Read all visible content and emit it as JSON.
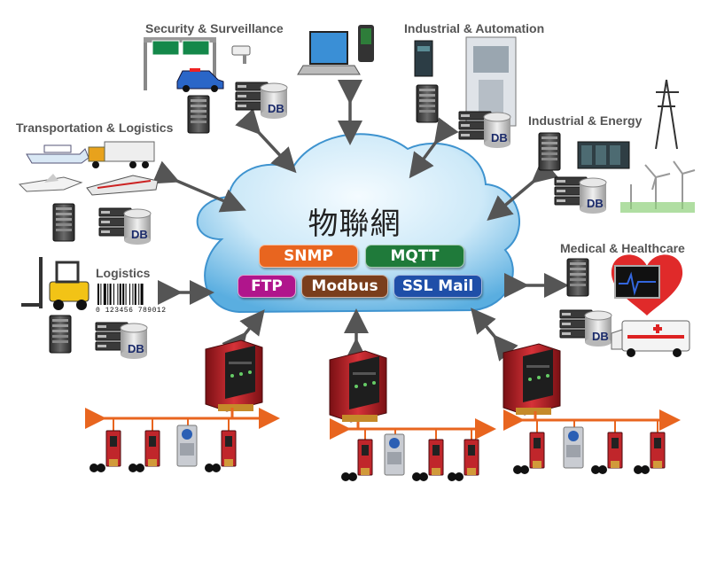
{
  "cloud": {
    "title": "物聯網",
    "protocols": [
      {
        "label": "SNMP",
        "color": "#e8651f"
      },
      {
        "label": "MQTT",
        "color": "#1f7a3a"
      },
      {
        "label": "FTP",
        "color": "#b0158c"
      },
      {
        "label": "Modbus",
        "color": "#7a3e1c"
      },
      {
        "label": "SSL Mail",
        "color": "#1f4fa8"
      }
    ]
  },
  "domains": {
    "security": "Security & Surveillance",
    "industrial_automation": "Industrial & Automation",
    "transportation": "Transportation & Logistics",
    "industrial_energy": "Industrial & Energy",
    "logistics": "Logistics",
    "medical": "Medical & Healthcare"
  },
  "db_label": "DB",
  "barcode_digits": "0 123456 789012",
  "colors": {
    "cloud_top": "#eaf6fd",
    "cloud_bottom": "#5aaee0",
    "arrow": "#555555",
    "bus_line": "#e8651f",
    "device_red": "#c0262b"
  }
}
